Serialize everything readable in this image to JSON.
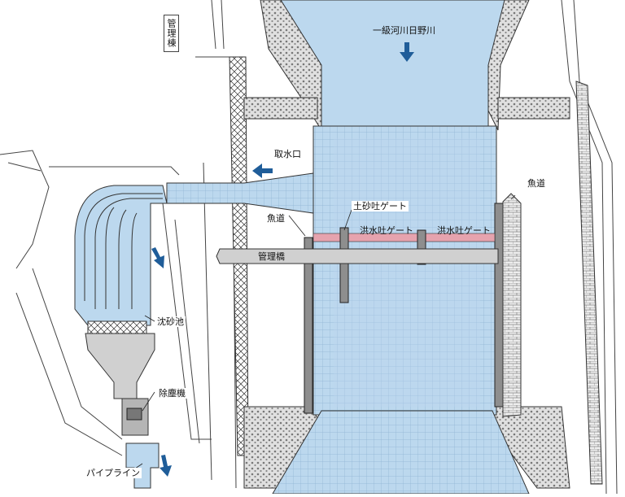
{
  "colors": {
    "water": "#bcd8ee",
    "water_mid": "#a8cbe8",
    "grid_line": "#7fa7c9",
    "concrete": "#cfcfcf",
    "concrete_dark": "#9a9a9a",
    "pier": "#8e8e8e",
    "gate": "#e6a3ae",
    "arrow": "#1f5d99",
    "outline": "#333333",
    "ground": "#ffffff"
  },
  "labels": {
    "river": "一級河川日野川",
    "admin_building": "管理棟",
    "intake": "取水口",
    "sediment_gate": "土砂吐ゲート",
    "flood_gate_1": "洪水吐ゲート",
    "flood_gate_2": "洪水吐ゲート",
    "fishway_left": "魚道",
    "fishway_right": "魚道",
    "bridge": "管理橋",
    "settling_basin": "沈砂池",
    "dust_remover": "除塵機",
    "pipeline": "パイプライン"
  }
}
